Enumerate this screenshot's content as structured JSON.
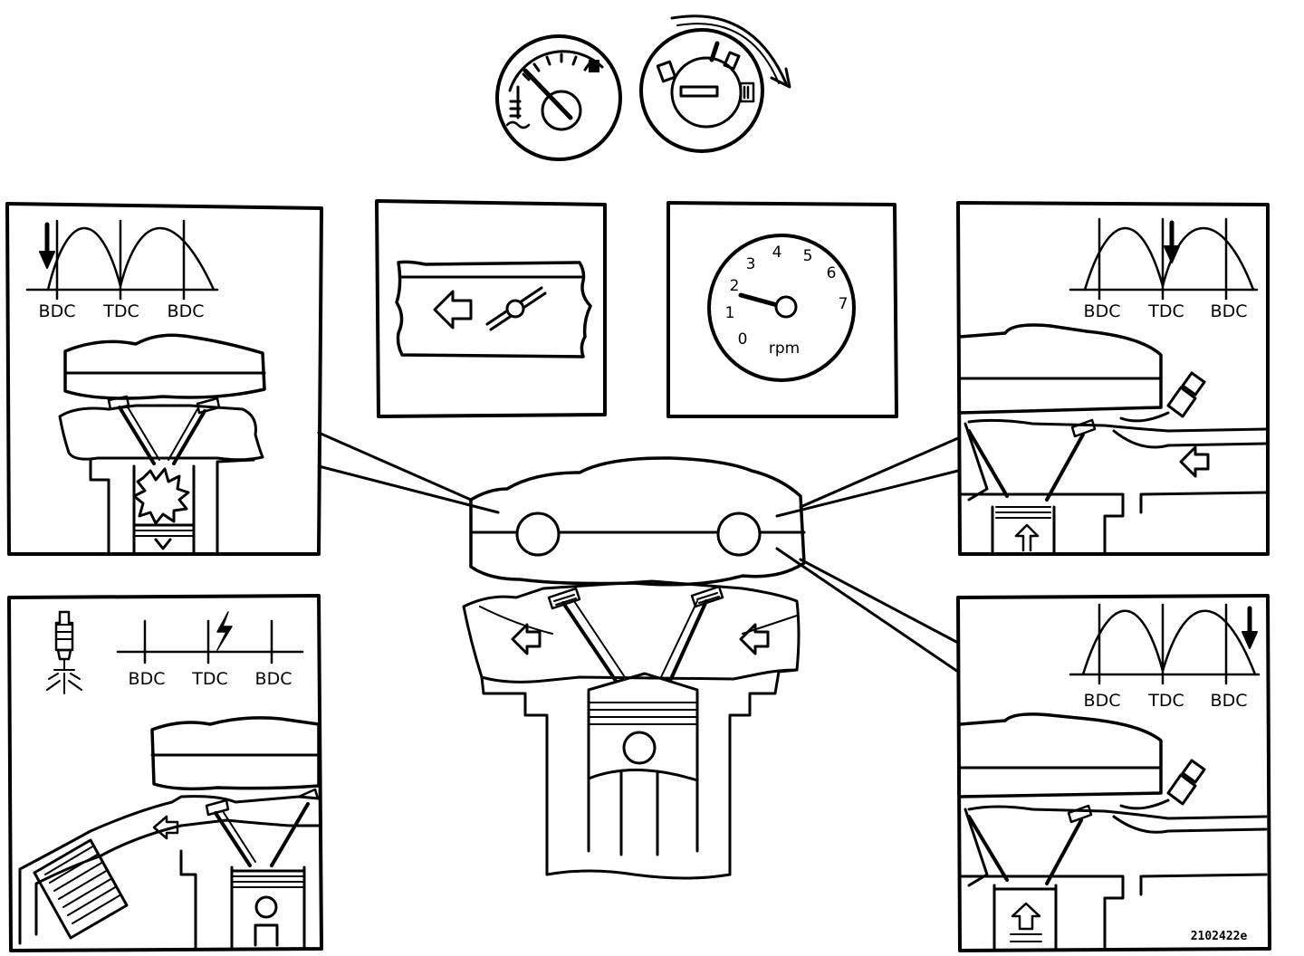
{
  "stroke_color": "#000000",
  "background_color": "#ffffff",
  "dead_center_labels": {
    "bottom": "BDC",
    "top": "TDC"
  },
  "tachometer": {
    "ticks": [
      "0",
      "1",
      "2",
      "3",
      "4",
      "5",
      "6",
      "7"
    ],
    "unit": "rpm"
  },
  "figure_code": "2102422e",
  "icons": [
    "coolant-temperature-gauge-icon",
    "ignition-switch-icon",
    "spark-plug-icon",
    "spark-bolt-icon",
    "throttle-valve-icon",
    "arrow-left-icon"
  ]
}
